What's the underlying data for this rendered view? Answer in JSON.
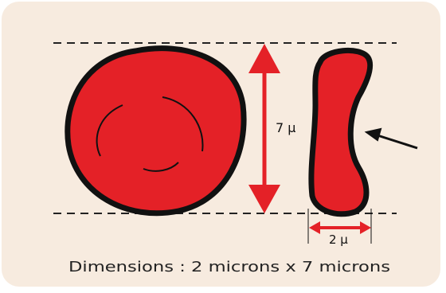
{
  "diagram": {
    "height_label": "7 µ",
    "width_label": "2 µ",
    "caption": "Dimensions : 2 microns x 7 microns",
    "colors": {
      "background": "#f7ebdf",
      "cell_fill": "#e42127",
      "cell_outline": "#111111",
      "arrow": "#e42127",
      "dashed_line": "#222222",
      "pointer_arrow": "#111111"
    }
  }
}
